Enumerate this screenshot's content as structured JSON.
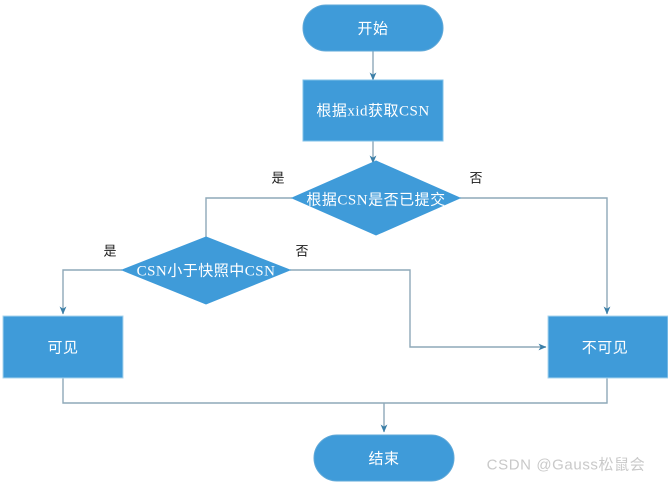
{
  "diagram": {
    "type": "flowchart",
    "title_text": "",
    "colors": {
      "node_fill": "#3f9bd9",
      "node_stroke": "#5fa8d8",
      "node_text": "#ffffff",
      "connector": "#8ea9b8",
      "arrow": "#3b7fa8",
      "background": "#ffffff",
      "watermark_text": "#c9c9c9",
      "edge_label_text": "#1a1a1a"
    },
    "nodes": [
      {
        "id": "start",
        "shape": "stadium",
        "label": "开始"
      },
      {
        "id": "get_csn",
        "shape": "rectangle",
        "label": "根据xid获取CSN"
      },
      {
        "id": "decide1",
        "shape": "diamond",
        "label": "根据CSN是否已提交"
      },
      {
        "id": "decide2",
        "shape": "diamond",
        "label": "CSN小于快照中CSN"
      },
      {
        "id": "visible",
        "shape": "rectangle",
        "label": "可见"
      },
      {
        "id": "invisible",
        "shape": "rectangle",
        "label": "不可见"
      },
      {
        "id": "end",
        "shape": "stadium",
        "label": "结束"
      }
    ],
    "edges": [
      {
        "from": "start",
        "to": "get_csn",
        "label": ""
      },
      {
        "from": "get_csn",
        "to": "decide1",
        "label": ""
      },
      {
        "from": "decide1",
        "to": "decide2",
        "label": "是"
      },
      {
        "from": "decide1",
        "to": "invisible",
        "label": "否"
      },
      {
        "from": "decide2",
        "to": "visible",
        "label": "是"
      },
      {
        "from": "decide2",
        "to": "invisible",
        "label": "否"
      },
      {
        "from": "visible",
        "to": "end",
        "label": ""
      },
      {
        "from": "invisible",
        "to": "end",
        "label": ""
      }
    ],
    "edge_labels": [
      {
        "id": "d1-yes",
        "text": "是"
      },
      {
        "id": "d1-no",
        "text": "否"
      },
      {
        "id": "d2-yes",
        "text": "是"
      },
      {
        "id": "d2-no",
        "text": "否"
      }
    ]
  },
  "watermark": {
    "text": "CSDN @Gauss松鼠会"
  }
}
